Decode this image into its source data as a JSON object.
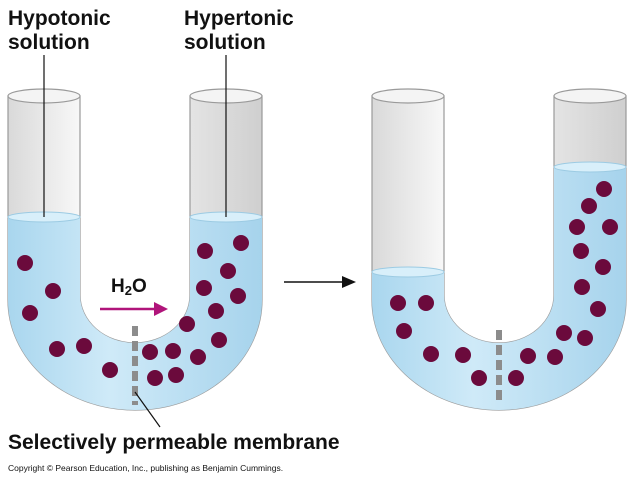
{
  "labels": {
    "hypotonic": [
      "Hypotonic",
      "solution"
    ],
    "hypertonic": [
      "Hypertonic",
      "solution"
    ],
    "water": {
      "main": "H",
      "sub": "2",
      "tail": "O"
    },
    "membrane": "Selectively permeable membrane",
    "copyright": "Copyright © Pearson Education, Inc., publishing as Benjamin Cummings."
  },
  "colors": {
    "solution": "#bfe3f5",
    "solute": "#6b0a3c",
    "water_arrow": "#b0147a",
    "membrane": "#8c8c8c"
  }
}
